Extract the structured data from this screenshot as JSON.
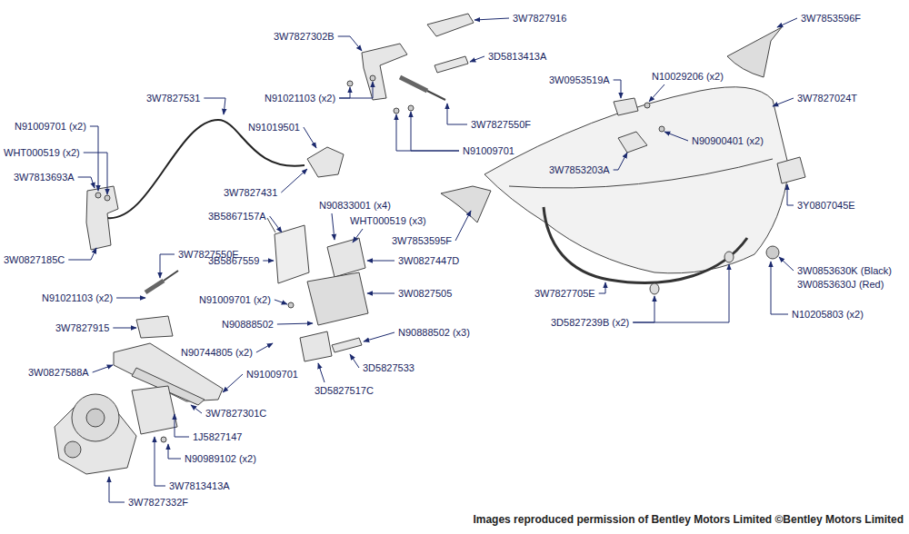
{
  "diagram": {
    "caption": "Images reproduced permission of Bentley Motors Limited ©Bentley Motors Limited",
    "labels": [
      "3W7827916",
      "3W7827302B",
      "3D5813413A",
      "N91021103 (x2)",
      "3W7827550F",
      "N91009701",
      "3W7827531",
      "N91019501",
      "N91009701 (x2)",
      "WHT000519 (x2)",
      "3W7813693A",
      "3W0827185C",
      "3W7827431",
      "N90833001 (x4)",
      "3B5867157A",
      "WHT000519 (x3)",
      "3W7853595F",
      "3W7827550E",
      "3B5867559",
      "3W0827447D",
      "N91021103 (x2)",
      "N91009701 (x2)",
      "3W0827505",
      "3W7827915",
      "N90888502",
      "N90888502 (x3)",
      "N90744805 (x2)",
      "3W0827588A",
      "N91009701",
      "3D5827533",
      "3D5827517C",
      "3W7827301C",
      "1J5827147",
      "N90989102 (x2)",
      "3W7813413A",
      "3W7827332F",
      "3W7853596F",
      "3W0953519A",
      "N10029206 (x2)",
      "3W7827024T",
      "N90900401 (x2)",
      "3W7853203A",
      "3Y0807045E",
      "3W0853630K (Black)",
      "3W0853630J (Red)",
      "3W7827705E",
      "N10205803 (x2)",
      "3D5827239B (x2)"
    ]
  }
}
